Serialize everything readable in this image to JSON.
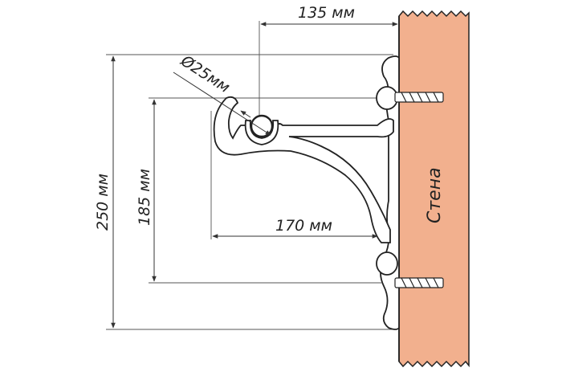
{
  "dimensions": {
    "top_offset": "135 мм",
    "rod_diameter": "Ø25мм",
    "total_height": "250 мм",
    "mount_height": "185 мм",
    "depth": "170 мм"
  },
  "wall": {
    "label": "Стена",
    "color": "#f2b08e"
  },
  "colors": {
    "line": "#222222",
    "dim_line": "#333333",
    "bracket_fill": "#ffffff"
  }
}
